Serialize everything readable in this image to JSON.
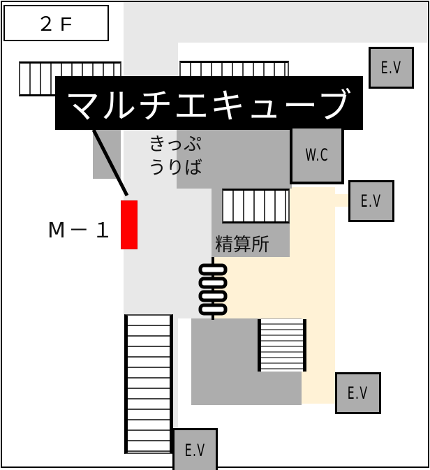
{
  "floor": {
    "label": "２F"
  },
  "callout": {
    "label": "マルチエキューブ"
  },
  "marker": {
    "label": "M－１",
    "color": "#ff0000"
  },
  "areas": {
    "ticket_office": {
      "line1": "きっぷ",
      "line2": "うりば"
    },
    "fare_adjustment": {
      "label": "精算所"
    },
    "restroom": {
      "label": "W.C"
    }
  },
  "elevators": [
    {
      "label": "E.V"
    },
    {
      "label": "E.V"
    },
    {
      "label": "E.V"
    },
    {
      "label": "E.V"
    }
  ],
  "colors": {
    "light_gray": "#e8e8e8",
    "dark_gray": "#adadad",
    "paid_area": "#fff2d6",
    "marker": "#ff0000",
    "callout_bg": "#000000"
  }
}
